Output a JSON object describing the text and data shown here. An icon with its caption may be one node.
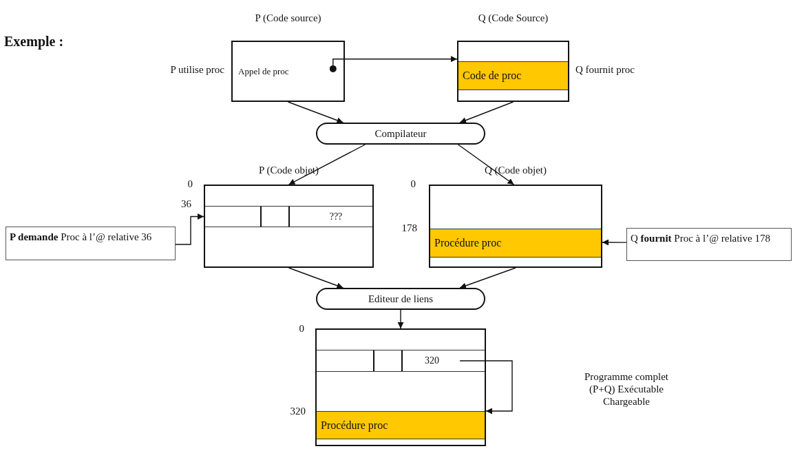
{
  "diagram": {
    "nodes": [
      {
        "text": [
          "P (Code source)",
          "Appel de proc"
        ],
        "beside": [
          "P utilise proc"
        ]
      },
      {
        "text": [
          "Q (Code Source)"
        ],
        "beside": [
          "Q fournit proc"
        ]
      },
      {
        "text": [
          "Code de proc"
        ],
        "in": 1
      },
      {
        "text": [
          "Compilateur"
        ]
      },
      {
        "text": [
          "P (Code objet)"
        ],
        "beside": [
          "0",
          "36"
        ]
      },
      {
        "text": [
          "???"
        ],
        "in": 4
      },
      {
        "text": [
          "Q (Code objet)"
        ],
        "beside": [
          "0",
          "178"
        ]
      },
      {
        "text": [
          "Procédure proc"
        ],
        "in": 6
      },
      {
        "text": [
          "**P demande** Proc à l’@ relative 36"
        ]
      },
      {
        "text": [
          "Q **fournit** Proc à l’@ relative 178"
        ]
      },
      {
        "text": [
          "Editeur de liens"
        ]
      },
      {
        "text": [],
        "shape": "box",
        "beside": [
          "0",
          "320"
        ]
      },
      {
        "text": [
          "320"
        ],
        "in": 11
      },
      {
        "text": [
          "Procédure proc"
        ],
        "in": 11
      }
    ],
    "edges": [
      {
        "from": 0,
        "to": 1,
        "arrow": "to"
      },
      {
        "from": 0,
        "to": 3,
        "arrow": "to"
      },
      {
        "from": 1,
        "to": 3,
        "arrow": "to"
      },
      {
        "from": 3,
        "to": 4,
        "arrow": "to"
      },
      {
        "from": 3,
        "to": 6,
        "arrow": "to"
      },
      {
        "from": 8,
        "to": 5,
        "arrow": "to"
      },
      {
        "from": 9,
        "to": 7,
        "arrow": "to"
      },
      {
        "from": 4,
        "to": 10,
        "arrow": "to"
      },
      {
        "from": 6,
        "to": 10,
        "arrow": "to"
      },
      {
        "from": 10,
        "to": 11,
        "arrow": "to"
      },
      {
        "from": 12,
        "to": 13,
        "arrow": "to"
      }
    ],
    "labels": [
      "Exemple :",
      "Programme complet (P+Q) Exécutable Chargeable"
    ]
  }
}
